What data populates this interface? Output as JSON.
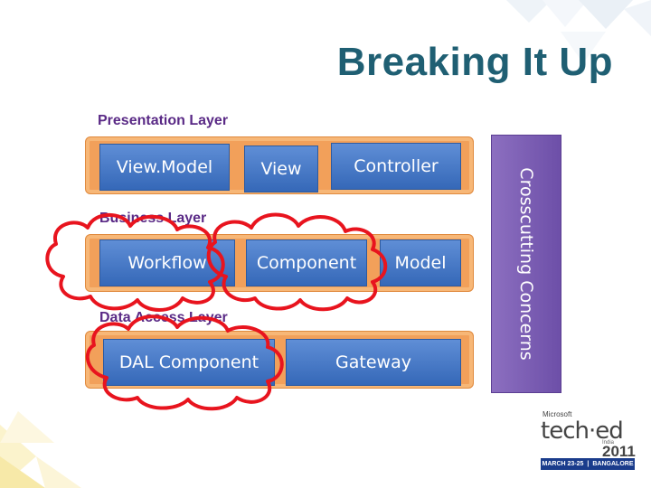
{
  "slide": {
    "title": "Breaking It Up"
  },
  "presentation_layer": {
    "label": "Presentation Layer",
    "boxes": [
      "View.Model",
      "View",
      "Controller"
    ]
  },
  "business_layer": {
    "label": "Business Layer",
    "boxes": [
      "Workflow",
      "Component",
      "Model"
    ]
  },
  "data_access_layer": {
    "label": "Data Access Layer",
    "boxes": [
      "DAL Component",
      "Gateway"
    ]
  },
  "sidebar": {
    "label": "Crosscutting Concerns"
  },
  "logo": {
    "brand": "Microsoft",
    "name": "tech·ed",
    "region": "India",
    "year": "2011",
    "dates": "MARCH 23-25",
    "city": "BANGALORE"
  },
  "colors": {
    "title": "#1f5f73",
    "layer_label": "#5a2a86",
    "band": "#f2a05a",
    "box": "#3f72c4",
    "sidebar": "#7a5cb4",
    "cloud_outline": "#e8141e"
  }
}
